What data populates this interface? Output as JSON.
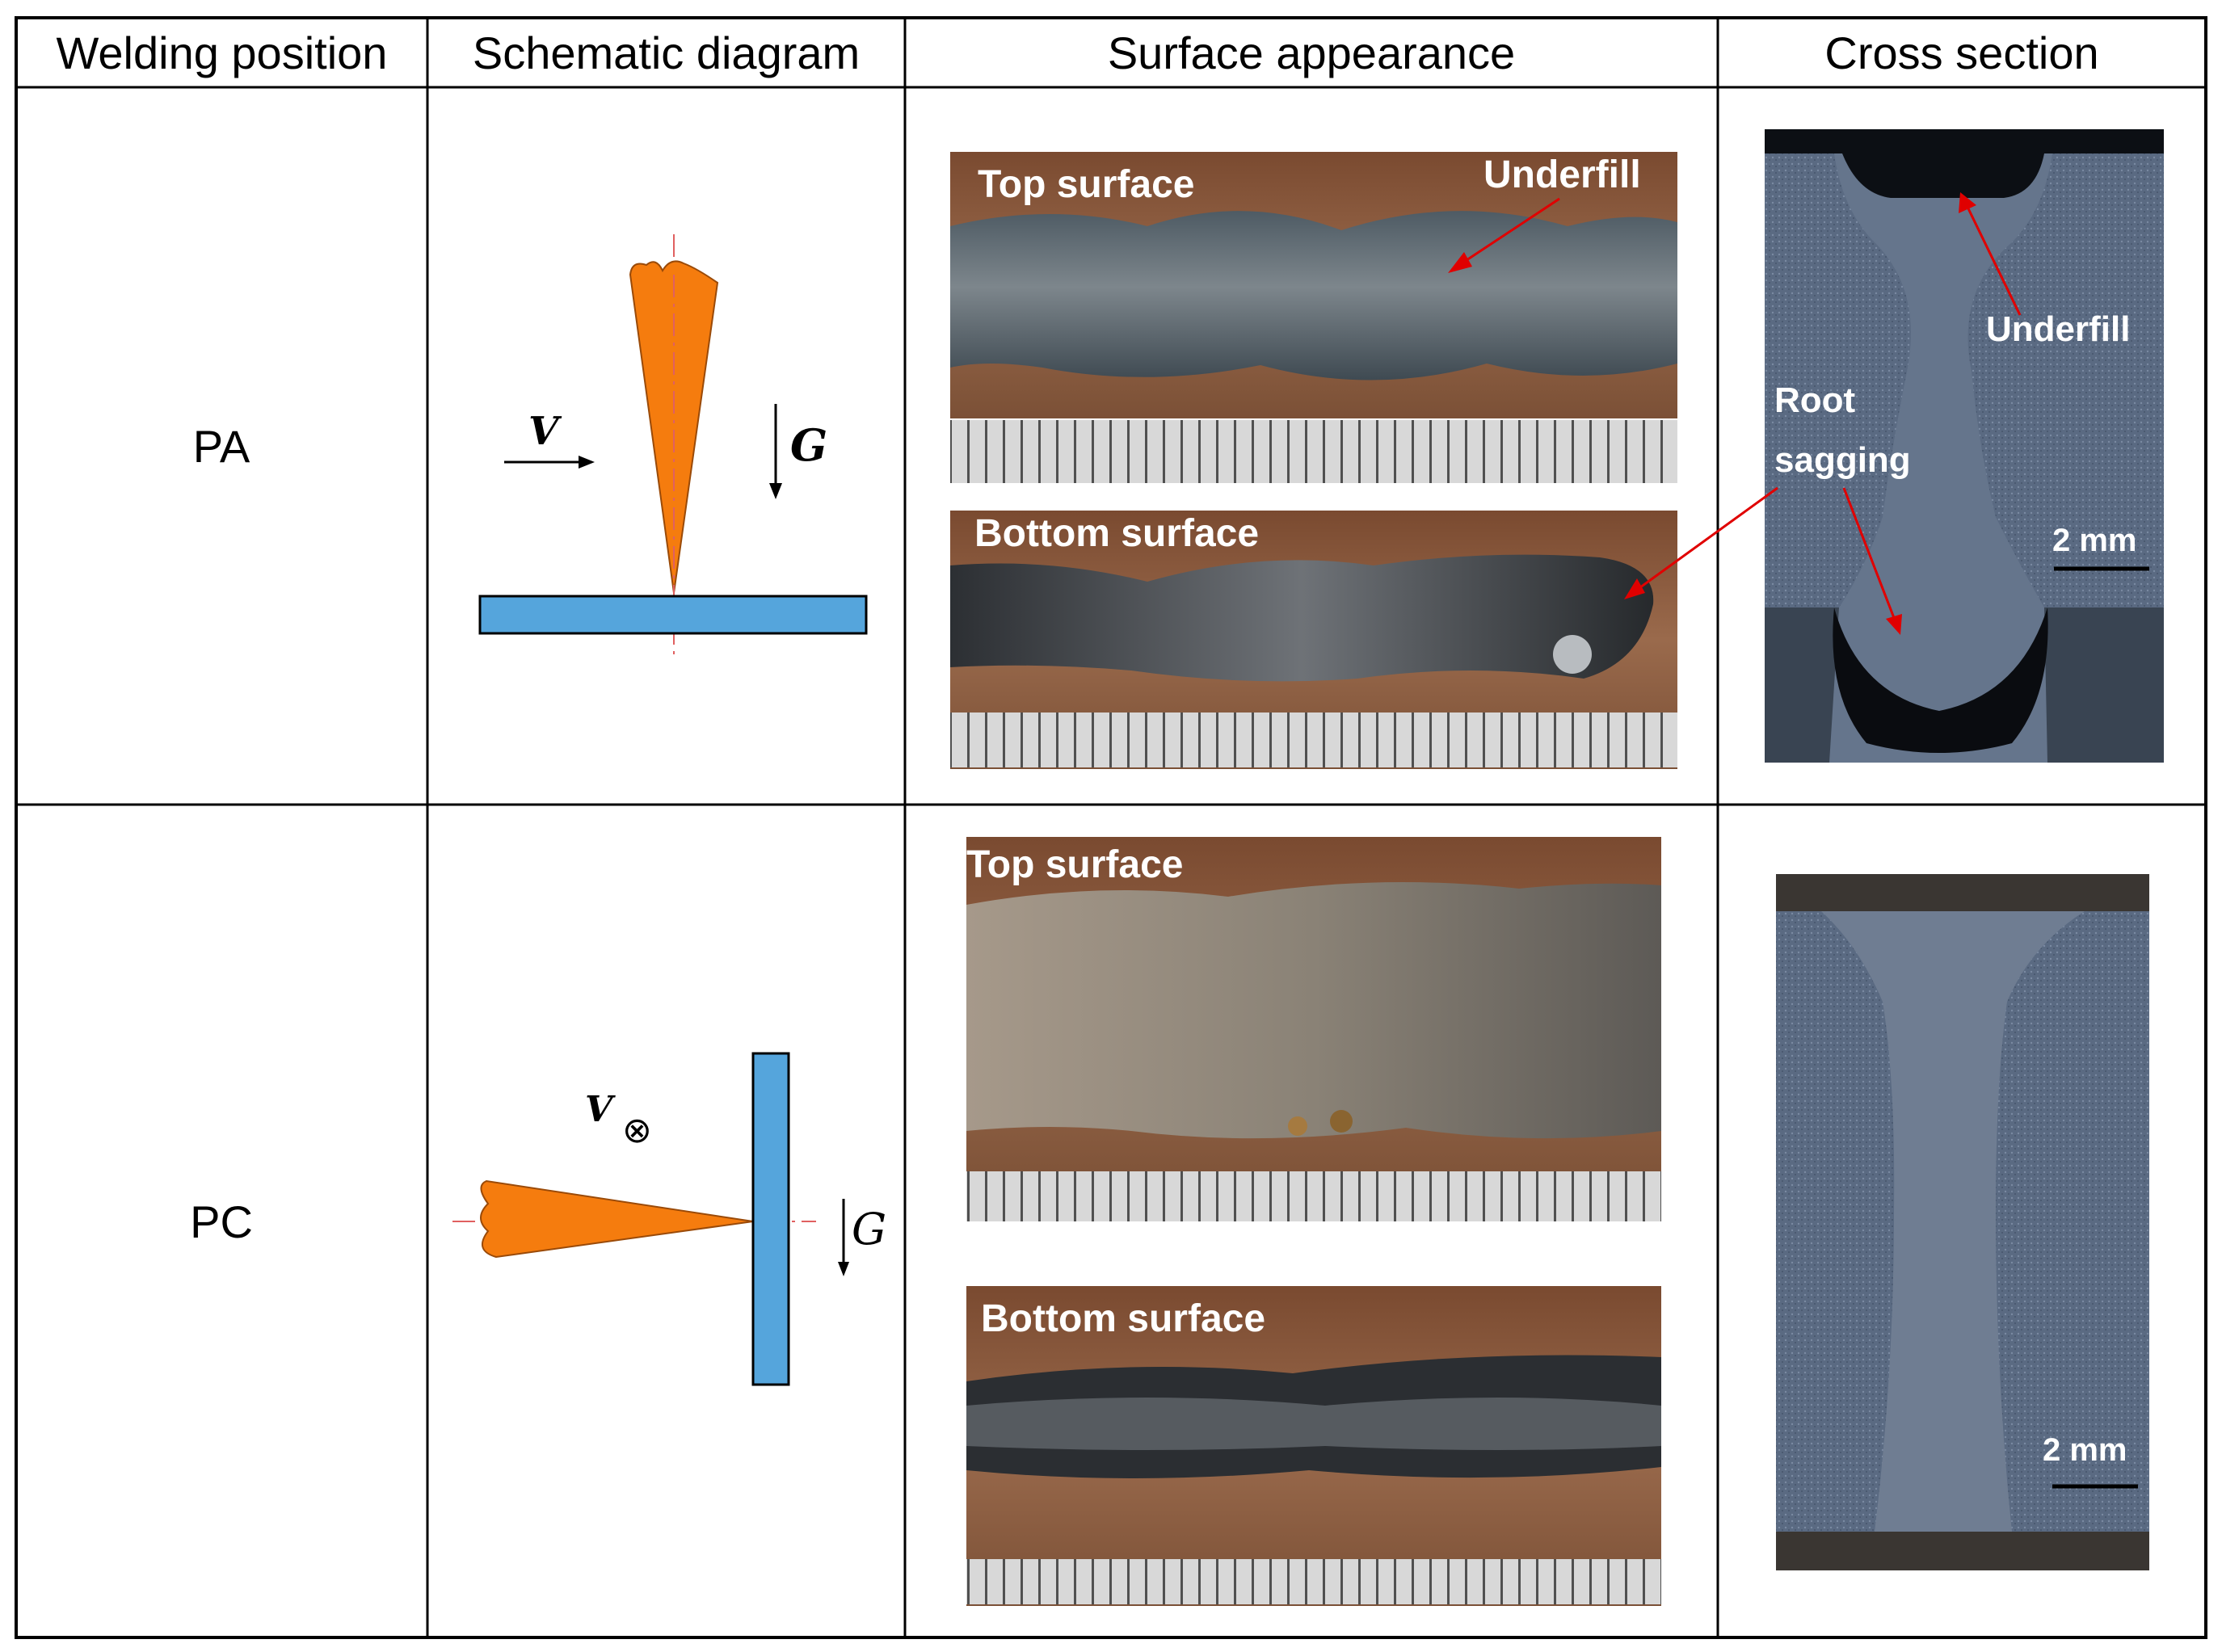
{
  "headers": {
    "col1": "Welding position",
    "col2": "Schematic diagram",
    "col3": "Surface appearance",
    "col4": "Cross section"
  },
  "rows": [
    {
      "position": "PA",
      "schematic": {
        "v_label": "V",
        "g_label": "G"
      },
      "surface": {
        "top_label": "Top surface",
        "bottom_label": "Bottom surface",
        "underfill_label": "Underfill"
      },
      "cross_section": {
        "underfill_label": "Underfill",
        "root_sagging_label_1": "Root",
        "root_sagging_label_2": "sagging",
        "scale_label": "2 mm"
      }
    },
    {
      "position": "PC",
      "schematic": {
        "v_label": "V",
        "v_symbol": "⊗",
        "g_label": "G"
      },
      "surface": {
        "top_label": "Top surface",
        "bottom_label": "Bottom surface"
      },
      "cross_section": {
        "scale_label": "2 mm"
      }
    }
  ],
  "colors": {
    "torch": "#f57c0e",
    "plate": "#55a5dc",
    "centerline": "#e06060",
    "arrow_red": "#e00000",
    "weld_copper": "#8a5c40",
    "steel_dark": "#3a3e44",
    "cross_section_bg": "#4a5a72"
  }
}
